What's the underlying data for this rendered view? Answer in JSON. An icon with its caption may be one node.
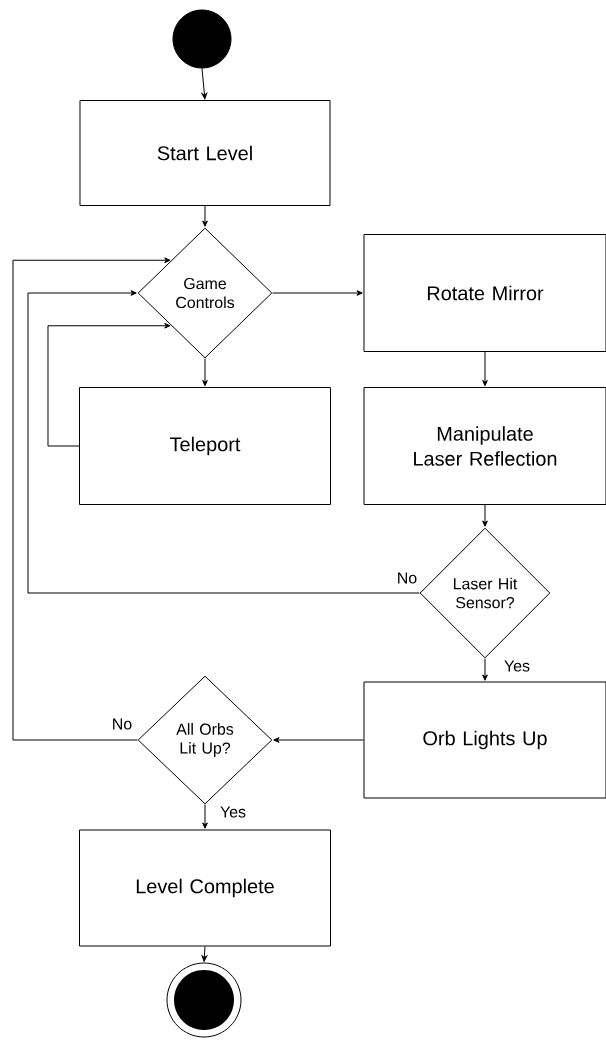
{
  "diagram": {
    "nodes": [
      {
        "text": [],
        "shape": "circle"
      },
      {
        "text": [
          "Start Level"
        ]
      },
      {
        "text": [
          "Game Controls"
        ]
      },
      {
        "text": [
          "Rotate Mirror"
        ]
      },
      {
        "text": [
          "Teleport"
        ]
      },
      {
        "text": [
          "Manipulate Laser Reflection"
        ]
      },
      {
        "text": [
          "Laser Hit Sensor?"
        ]
      },
      {
        "text": [
          "Orb Lights Up"
        ]
      },
      {
        "text": [
          "All Orbs Lit Up?"
        ]
      },
      {
        "text": [
          "Level Complete"
        ]
      },
      {
        "text": [],
        "shape": "circle"
      }
    ],
    "edges": [
      {
        "from": 0,
        "to": 1,
        "arrow": "to"
      },
      {
        "from": 1,
        "to": 2,
        "arrow": "to"
      },
      {
        "from": 2,
        "to": 3,
        "arrow": "to"
      },
      {
        "from": 2,
        "to": 4,
        "arrow": "to"
      },
      {
        "from": 4,
        "to": 2,
        "arrow": "to"
      },
      {
        "from": 3,
        "to": 5,
        "arrow": "to"
      },
      {
        "from": 5,
        "to": 6,
        "arrow": "to"
      },
      {
        "from": 6,
        "to": 2,
        "arrow": "to",
        "label": "No"
      },
      {
        "from": 6,
        "to": 7,
        "arrow": "to",
        "label": "Yes"
      },
      {
        "from": 7,
        "to": 8,
        "arrow": "to"
      },
      {
        "from": 8,
        "to": 2,
        "arrow": "to",
        "label": "No"
      },
      {
        "from": 8,
        "to": 9,
        "arrow": "to",
        "label": "Yes"
      },
      {
        "from": 9,
        "to": 10,
        "arrow": "to"
      }
    ]
  }
}
